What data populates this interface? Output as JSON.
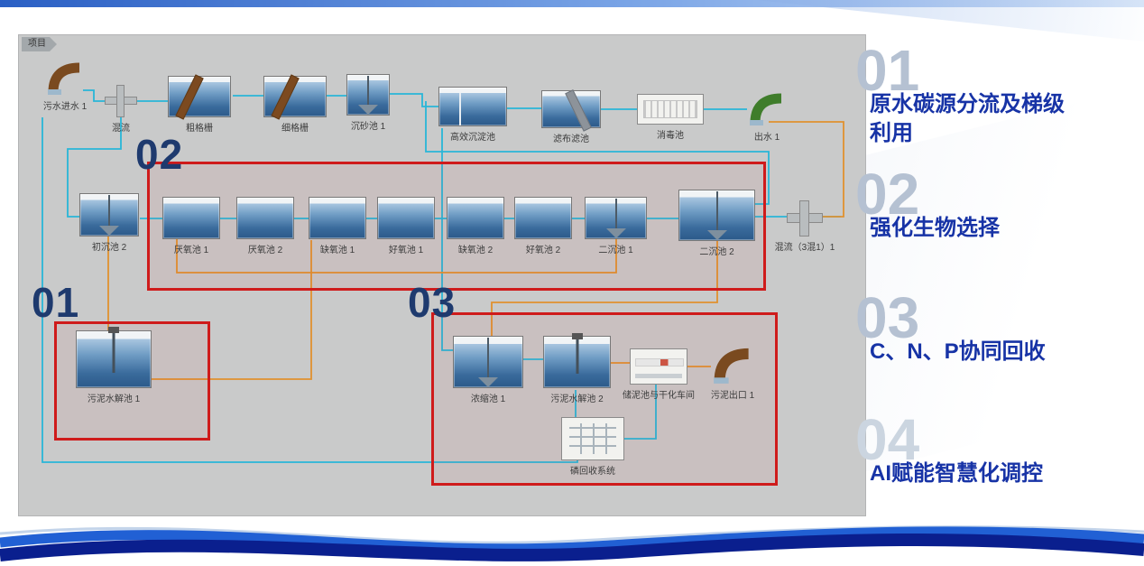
{
  "window": {
    "tab_label": "项目"
  },
  "colors": {
    "accent_text_blue": "#1733a6",
    "big_number_gray": "#b5c1d2",
    "highlight_red": "#cf1b1b",
    "pipe_cyan": "#29b6d8",
    "pipe_orange": "#e0912f",
    "canvas_gray": "#c9caca"
  },
  "canvas": {
    "numbers": {
      "one": "01",
      "two": "02",
      "three": "03"
    },
    "units": [
      {
        "label": "污水进水 1"
      },
      {
        "label": "混流"
      },
      {
        "label": "粗格栅"
      },
      {
        "label": "细格栅"
      },
      {
        "label": "沉砂池 1"
      },
      {
        "label": "高效沉淀池"
      },
      {
        "label": "滤布滤池"
      },
      {
        "label": "消毒池"
      },
      {
        "label": "出水 1"
      },
      {
        "label": "初沉池 2"
      },
      {
        "label": "厌氧池 1"
      },
      {
        "label": "厌氧池 2"
      },
      {
        "label": "缺氧池 1"
      },
      {
        "label": "好氧池 1"
      },
      {
        "label": "缺氧池 2"
      },
      {
        "label": "好氧池 2"
      },
      {
        "label": "二沉池 1"
      },
      {
        "label": "二沉池 2"
      },
      {
        "label": "混流（3混1）1"
      },
      {
        "label": "污泥水解池 1"
      },
      {
        "label": "浓缩池 1"
      },
      {
        "label": "污泥水解池 2"
      },
      {
        "label": "储泥池与干化车间"
      },
      {
        "label": "污泥出口 1"
      },
      {
        "label": "磷回收系统"
      }
    ]
  },
  "legend": {
    "items": [
      {
        "num": "01",
        "title": "原水碳源分流及梯级利用"
      },
      {
        "num": "02",
        "title": "强化生物选择"
      },
      {
        "num": "03",
        "title": "C、N、P协同回收"
      },
      {
        "num": "04",
        "title": "AI赋能智慧化调控"
      }
    ]
  }
}
